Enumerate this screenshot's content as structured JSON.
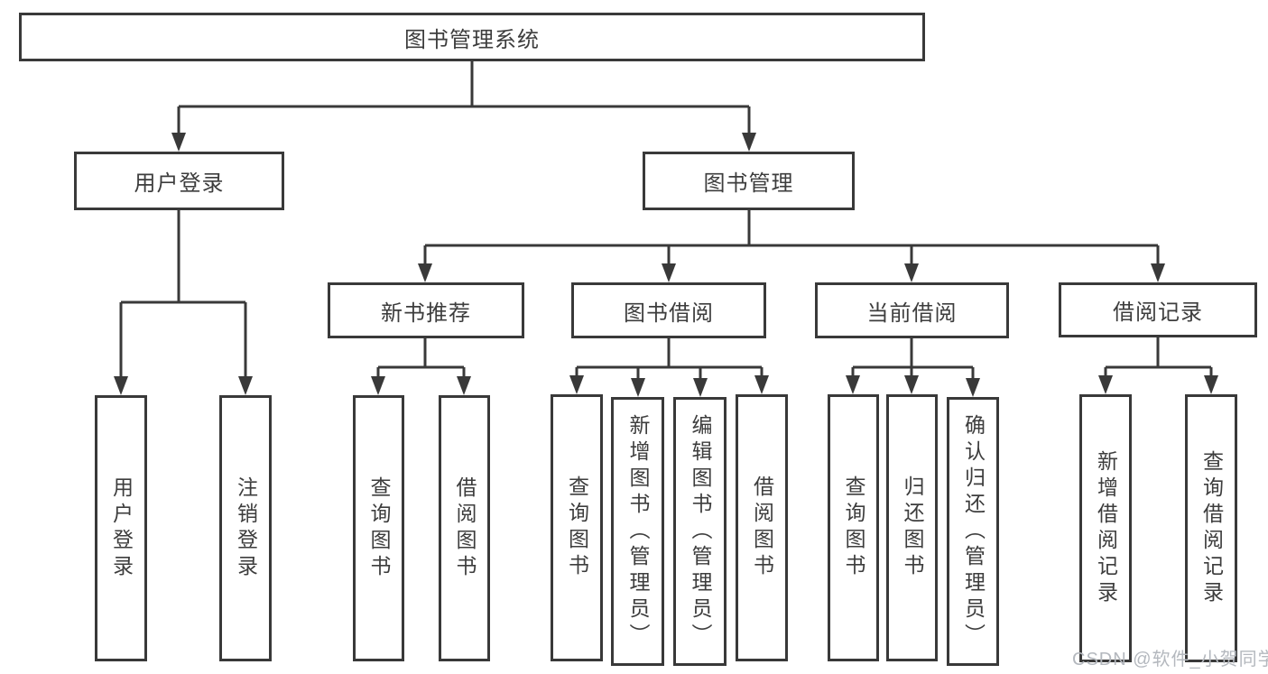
{
  "tree": {
    "root": {
      "label": "图书管理系统"
    },
    "branches": [
      {
        "label": "用户登录",
        "children": [
          {
            "label": "用户登录"
          },
          {
            "label": "注销登录"
          }
        ]
      },
      {
        "label": "图书管理",
        "groups": [
          {
            "label": "新书推荐",
            "children": [
              {
                "label": "查询图书"
              },
              {
                "label": "借阅图书"
              }
            ]
          },
          {
            "label": "图书借阅",
            "children": [
              {
                "label": "查询图书"
              },
              {
                "label": "新增图书（管理员）"
              },
              {
                "label": "编辑图书（管理员）"
              },
              {
                "label": "借阅图书"
              }
            ]
          },
          {
            "label": "当前借阅",
            "children": [
              {
                "label": "查询图书"
              },
              {
                "label": "归还图书"
              },
              {
                "label": "确认归还（管理员）"
              }
            ]
          },
          {
            "label": "借阅记录",
            "children": [
              {
                "label": "新增借阅记录"
              },
              {
                "label": "查询借阅记录"
              }
            ]
          }
        ]
      }
    ]
  },
  "watermark": {
    "text": "CSDN @软件_小贺同学"
  },
  "colors": {
    "line": "#393939",
    "text": "#3d3d3d",
    "watermark": "#b4b8be",
    "background": "#ffffff"
  }
}
